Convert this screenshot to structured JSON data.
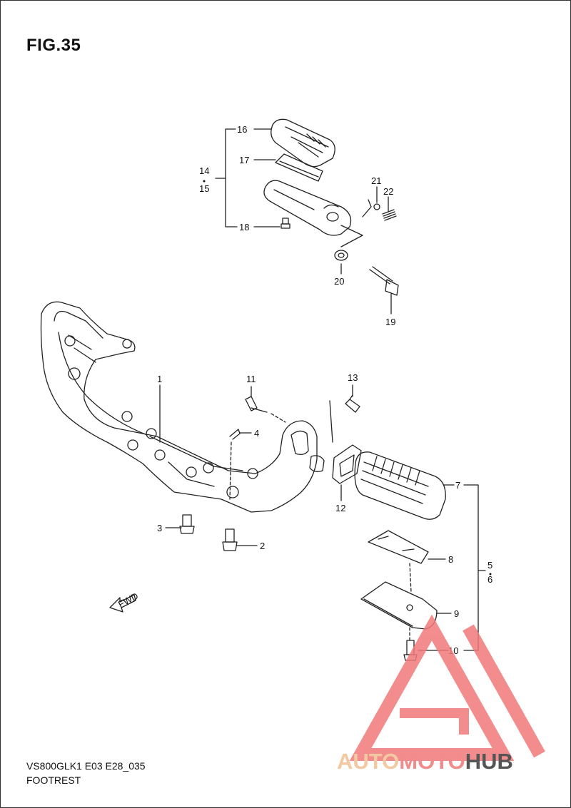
{
  "figure": {
    "title": "FIG.35",
    "model_code": "VS800GLK1 E03 E28_035",
    "section_name": "FOOTREST"
  },
  "callouts": {
    "c1": "1",
    "c2": "2",
    "c3": "3",
    "c4": "4",
    "c5": "5",
    "c6": "6",
    "c7": "7",
    "c8": "8",
    "c9": "9",
    "c10": "10",
    "c11": "11",
    "c12": "12",
    "c13": "13",
    "c14": "14",
    "c15": "15",
    "c16": "16",
    "c17": "17",
    "c18": "18",
    "c19": "19",
    "c20": "20",
    "c21": "21",
    "c22": "22"
  },
  "fwd_arrow_label": "FWD",
  "watermark": {
    "part1": "AUTO",
    "part2": "MOTO",
    "part3": "HUB",
    "color_auto": "#f2c9a0",
    "color_moto": "#f28c8c",
    "color_hub": "#555555",
    "triangle_color": "#f27a7a"
  }
}
